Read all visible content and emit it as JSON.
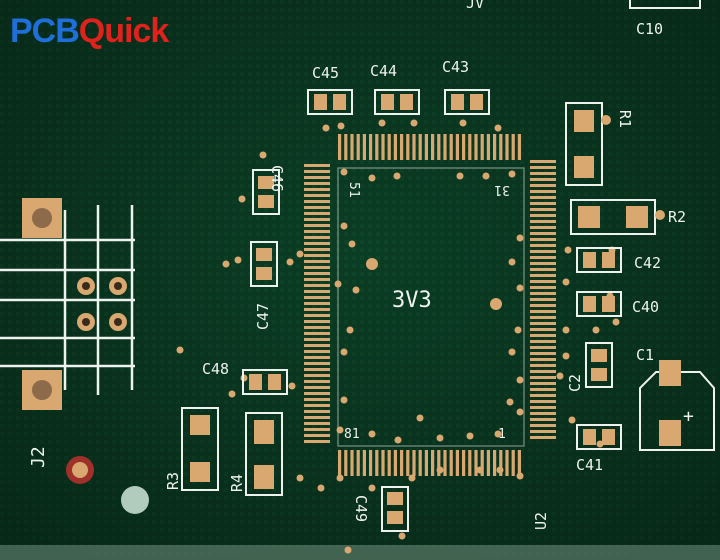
{
  "brand": {
    "logo_part1": "PCB",
    "logo_part2": "Quick",
    "color_part1": "#1e6fd9",
    "color_part2": "#e0221c"
  },
  "colors": {
    "board": "#0b3d24",
    "pad": "#d9a870",
    "silkscreen": "#eef2ee"
  },
  "labels": {
    "c10": "C10",
    "c45": "C45",
    "c44": "C44",
    "c43": "C43",
    "c46": "C46",
    "c47": "C47",
    "c48": "C48",
    "c49": "C49",
    "c42": "C42",
    "c40": "C40",
    "c2": "C2",
    "c1": "C1",
    "c41": "C41",
    "r1": "R1",
    "r2": "R2",
    "r3": "R3",
    "r4": "R4",
    "j2": "J2",
    "u2": "U2",
    "net_3v3": "3V3",
    "pin_51": "51",
    "pin_31": "31",
    "pin_81": "81",
    "pin_1": "1",
    "polarity": "+",
    "top_edge_partial": "JV"
  }
}
